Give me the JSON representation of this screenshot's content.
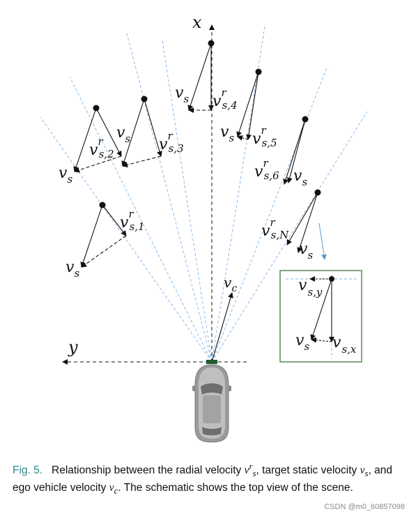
{
  "labels": {
    "x_axis": "x",
    "y_axis": "y",
    "v": "v",
    "sub_s": "s",
    "sub_c": "c",
    "sup_r": "r",
    "s1": "s,1",
    "s2": "s,2",
    "s3": "s,3",
    "s4": "s,4",
    "s5": "s,5",
    "s6": "s,6",
    "sN": "s,N",
    "sx": "s,x",
    "sy": "s,y"
  },
  "caption": {
    "fig_label": "Fig. 5.",
    "text_1": "Relationship between the radial velocity ",
    "text_2": ", target static velocity ",
    "text_3": ", and ego vehicle velocity ",
    "text_4": ". The schematic shows the top view of the scene.",
    "v": "v",
    "r": "r",
    "s": "s",
    "c": "c"
  },
  "watermark": "CSDN @m0_60857098",
  "colors": {
    "ray": "#7fb3e6",
    "inset_border": "#2e6b2e",
    "sensor": "#1f5c2a",
    "car": "#8f8f8f",
    "arrow_blue": "#5b9bd5"
  }
}
